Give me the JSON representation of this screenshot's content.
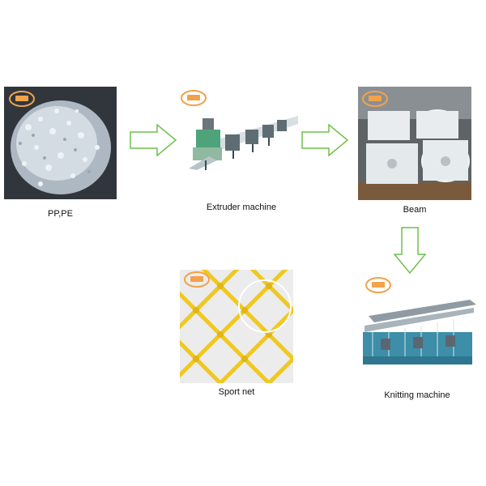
{
  "steps": [
    {
      "id": "raw",
      "caption": "PP,PE"
    },
    {
      "id": "extruder",
      "caption": "Extruder machine"
    },
    {
      "id": "beam",
      "caption": "Beam"
    },
    {
      "id": "knitting",
      "caption": "Knitting machine"
    },
    {
      "id": "net",
      "caption": "Sport net"
    }
  ],
  "arrow_color": "#6ec14a",
  "logo_color": "#f2a24a",
  "net_color": "#f3cf2c"
}
